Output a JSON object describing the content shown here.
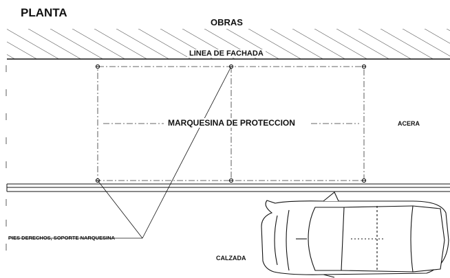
{
  "title": "PLANTA",
  "labels": {
    "obras": "OBRAS",
    "linea_fachada": "LINEA DE FACHADA",
    "marquesina": "MARQUESINA DE PROTECCION",
    "acera": "ACERA",
    "pies_derechos": "PIES DERECHOS, SOPORTE NARQUESINA",
    "calzada": "CALZADA"
  }
}
